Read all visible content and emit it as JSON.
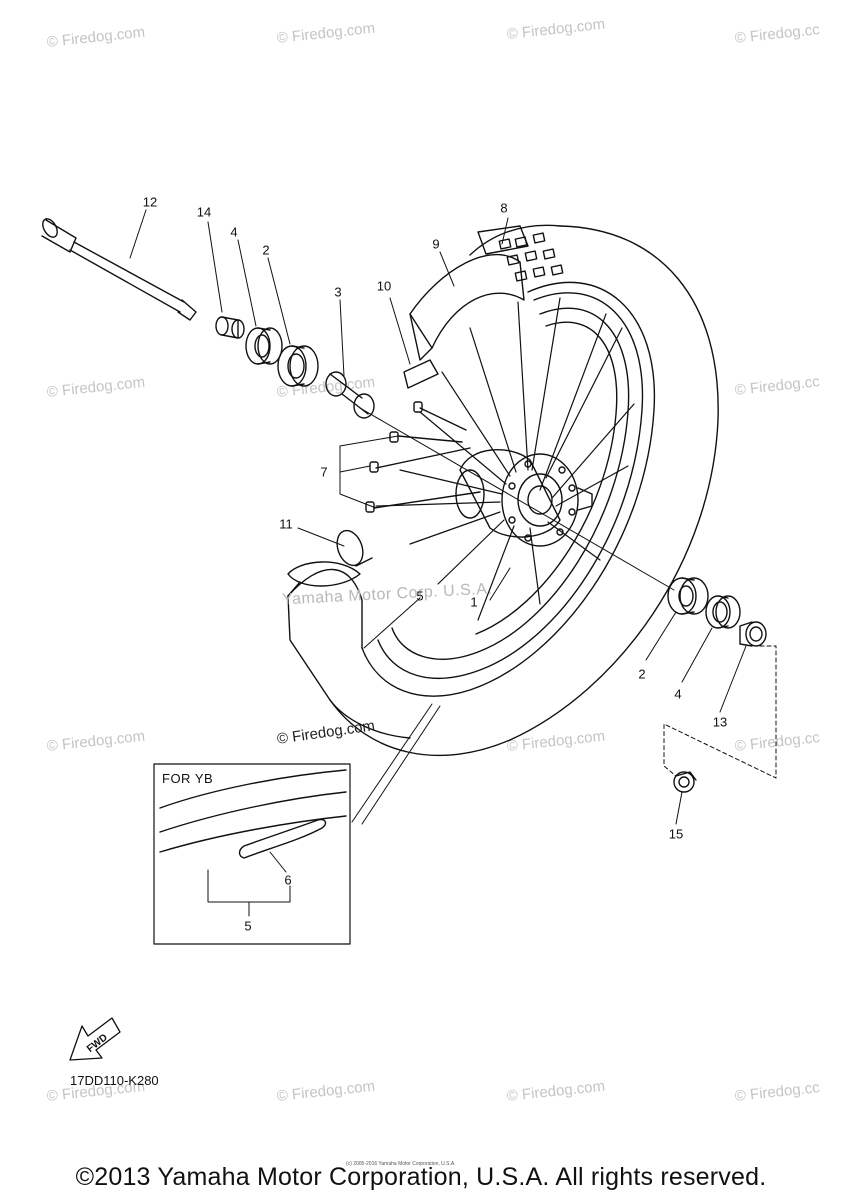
{
  "watermarks": [
    "© Firedog.com",
    "© Firedog.com",
    "© Firedog.com",
    "© Firedog.cc",
    "© Firedog.com",
    "© Firedog.com",
    "© Firedog.cc",
    "© Firedog.com",
    "© Firedog.com",
    "© Firedog.cc",
    "© Firedog.com",
    "© Firedog.com",
    "© Firedog.com",
    "© Firedog.cc"
  ],
  "diagram": {
    "center_watermark": "Yamaha Motor Corp. U.S.A.",
    "firedog_center": "© Firedog.com",
    "callouts": {
      "c12": "12",
      "c14": "14",
      "c4a": "4",
      "c2a": "2",
      "c3": "3",
      "c10": "10",
      "c9": "9",
      "c8": "8",
      "c7": "7",
      "c11": "11",
      "c5": "5",
      "c1": "1",
      "c2b": "2",
      "c4b": "4",
      "c13": "13",
      "c15": "15",
      "c6": "6",
      "c5b": "5"
    },
    "inset_title": "FOR YB",
    "fwd": "FWD",
    "figure_code": "17DD110-K280"
  },
  "footer": {
    "fine_print": "(c) 2005-2016 Yamaha Motor Corporation, U.S.A.",
    "copyright": "©2013 Yamaha Motor Corporation, U.S.A. All rights reserved."
  }
}
